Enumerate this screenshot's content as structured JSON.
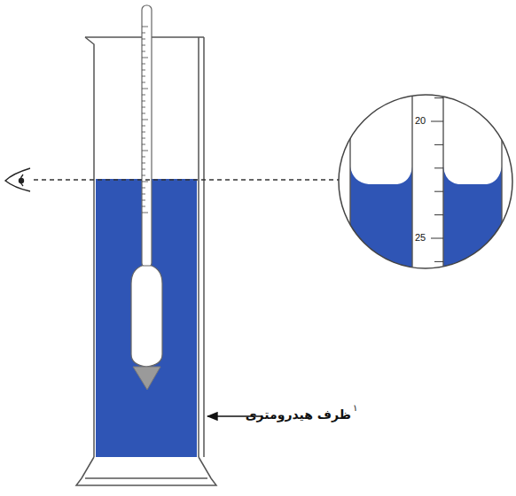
{
  "diagram": {
    "labels": [
      "20",
      "25",
      "ظرف هیدرومتری",
      "۱"
    ]
  }
}
